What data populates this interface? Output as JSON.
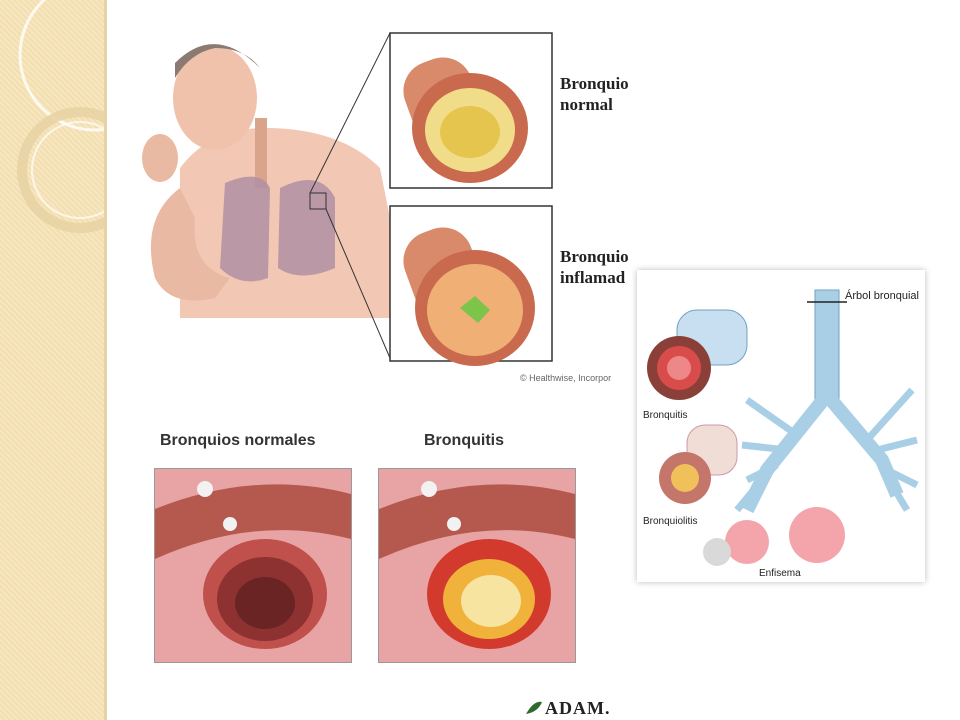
{
  "figure1": {
    "label_normal": "Bronquio normal",
    "label_inflamed": "Bronquio inflamad",
    "credit": "© Healthwise, Incorpor"
  },
  "figure2": {
    "title_normal": "Bronquios normales",
    "title_bronchitis": "Bronquitis",
    "logo": "ADAM."
  },
  "figure3": {
    "label_tree": "Árbol bronquial",
    "label_bronquitis": "Bronquitis",
    "label_bronquiolitis": "Bronquiolitis",
    "label_enfisema": "Enfisema"
  }
}
